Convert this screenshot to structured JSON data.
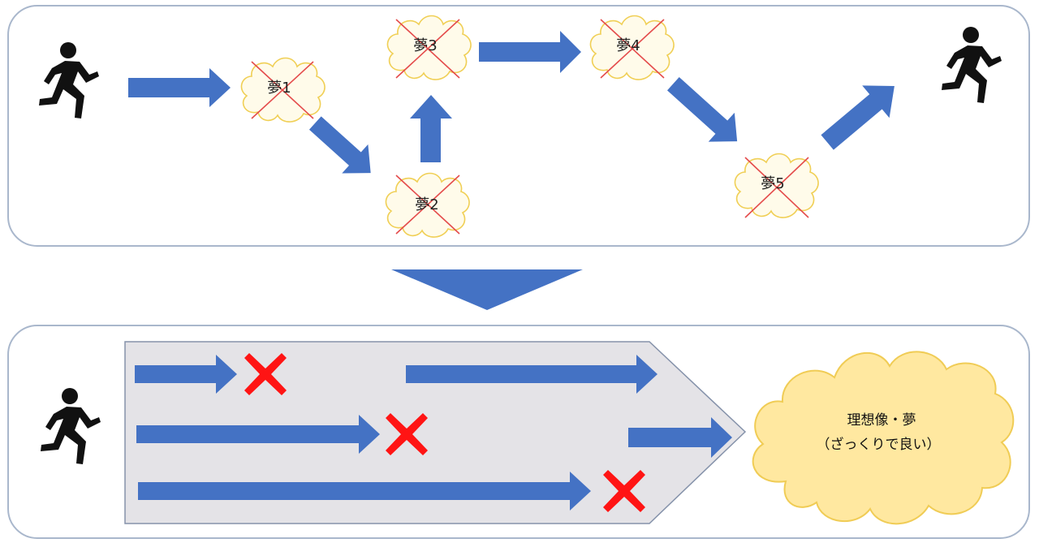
{
  "colors": {
    "panel_border": "#a9b7cc",
    "arrow_blue": "#4472c4",
    "cloud_fill": "#fffbea",
    "cloud_stroke": "#f0cf55",
    "goal_fill": "#ffe8a0",
    "goal_stroke": "#f0cc55",
    "strike": "#e44b4b",
    "x_mark": "#ff1414",
    "runner": "#111111",
    "chevron_fill": "#e4e3e7",
    "chevron_stroke": "#8592aa"
  },
  "top_panel": {
    "start_icon": "runner-icon",
    "end_icon": "runner-icon",
    "dreams": [
      {
        "label": "夢1",
        "crossed": true
      },
      {
        "label": "夢2",
        "crossed": true
      },
      {
        "label": "夢3",
        "crossed": true
      },
      {
        "label": "夢4",
        "crossed": true
      },
      {
        "label": "夢5",
        "crossed": true
      }
    ]
  },
  "bottom_panel": {
    "start_icon": "runner-icon",
    "failed_marks": 3,
    "goal": {
      "line1": "理想像・夢",
      "line2": "（ざっくりで良い）"
    }
  }
}
